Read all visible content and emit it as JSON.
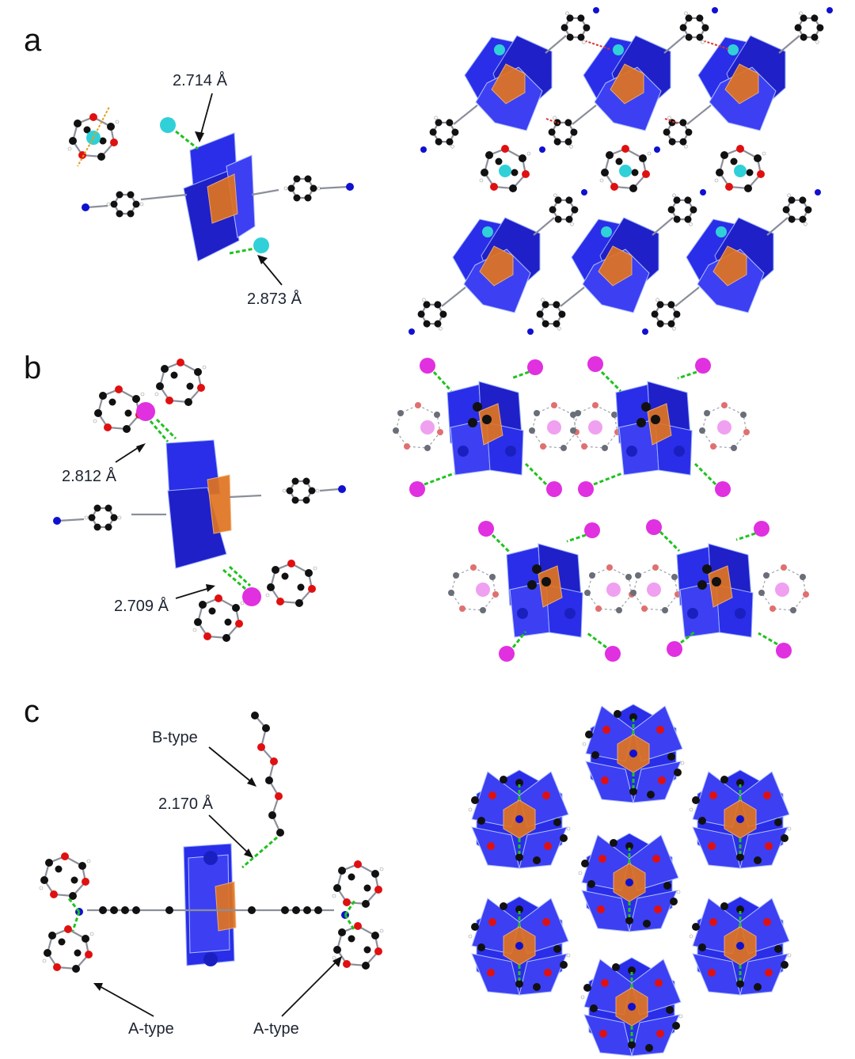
{
  "panels": [
    {
      "label": "a",
      "annotations": [
        "2.714 Å",
        "2.873 Å"
      ]
    },
    {
      "label": "b",
      "annotations": [
        "2.812 Å",
        "2.709 Å"
      ]
    },
    {
      "label": "c",
      "annotations": [
        "B-type",
        "2.170 Å",
        "A-type",
        "A-type"
      ]
    }
  ],
  "colors": {
    "polyhedra_blue": "#2a2ee8",
    "central_orange": "#e07420",
    "carbon_black": "#111111",
    "oxygen_red": "#e01010",
    "nitrogen_blue": "#1010d0",
    "hydrogen_white": "#ffffff",
    "cation_cyan": "#30d0d8",
    "cation_magenta": "#e030e0",
    "hbond_green": "#1fc21f"
  }
}
